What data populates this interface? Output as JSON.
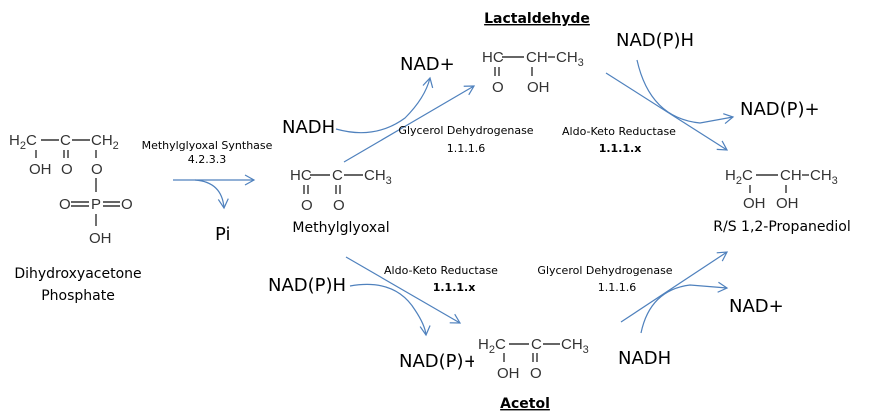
{
  "compounds": {
    "dhap": {
      "atoms": {
        "h2c": "H",
        "h2c_sub": "2",
        "h2c_c": "C",
        "c": "C",
        "ch2": "CH",
        "ch2_sub": "2",
        "oh": "OH",
        "o_keto": "O",
        "o_link": "O",
        "o_left": "O",
        "p": "P",
        "o_right": "O",
        "p_oh": "OH"
      },
      "name_line1": "Dihydroxyacetone",
      "name_line2": "Phosphate"
    },
    "methylglyoxal": {
      "atoms": {
        "hc": "HC",
        "c": "C",
        "ch3": "CH",
        "ch3_sub": "3",
        "o1": "O",
        "o2": "O"
      },
      "name": "Methylglyoxal"
    },
    "lactaldehyde": {
      "title": "Lactaldehyde",
      "atoms": {
        "hc": "HC",
        "ch": "CH",
        "ch3": "CH",
        "ch3_sub": "3",
        "o": "O",
        "oh": "OH"
      }
    },
    "acetol": {
      "title": "Acetol",
      "atoms": {
        "h2c": "H",
        "h2c_sub": "2",
        "h2c_c": "C",
        "c": "C",
        "ch3": "CH",
        "ch3_sub": "3",
        "oh": "OH",
        "o": "O"
      }
    },
    "propanediol": {
      "atoms": {
        "h2c": "H",
        "h2c_sub": "2",
        "h2c_c": "C",
        "ch": "CH",
        "ch3": "CH",
        "ch3_sub": "3",
        "oh1": "OH",
        "oh2": "OH"
      },
      "name": "R/S 1,2-Propanediol"
    }
  },
  "enzymes": {
    "mgs": {
      "name": "Methylglyoxal Synthase",
      "ec": "4.2.3.3"
    },
    "gldh_top": {
      "name": "Glycerol Dehydrogenase",
      "ec": "1.1.1.6"
    },
    "akr_top": {
      "name": "Aldo-Keto Reductase",
      "ec": "1.1.1.x"
    },
    "akr_bottom": {
      "name": "Aldo-Keto Reductase",
      "ec": "1.1.1.x"
    },
    "gldh_bottom": {
      "name": "Glycerol Dehydrogenase",
      "ec": "1.1.1.6"
    }
  },
  "cofactors": {
    "pi": "Pi",
    "nadh_top": "NADH",
    "nad_plus_top": "NAD+",
    "nadph_top": "NAD(P)H",
    "nadp_plus_top": "NAD(P)+",
    "nadph_bottom": "NAD(P)H",
    "nadp_plus_bottom": "NAD(P)+",
    "nadh_bottom": "NADH",
    "nad_plus_bottom": "NAD+"
  },
  "colors": {
    "arrow": "#4f81bd",
    "structure": "#333333",
    "text": "#000000"
  }
}
